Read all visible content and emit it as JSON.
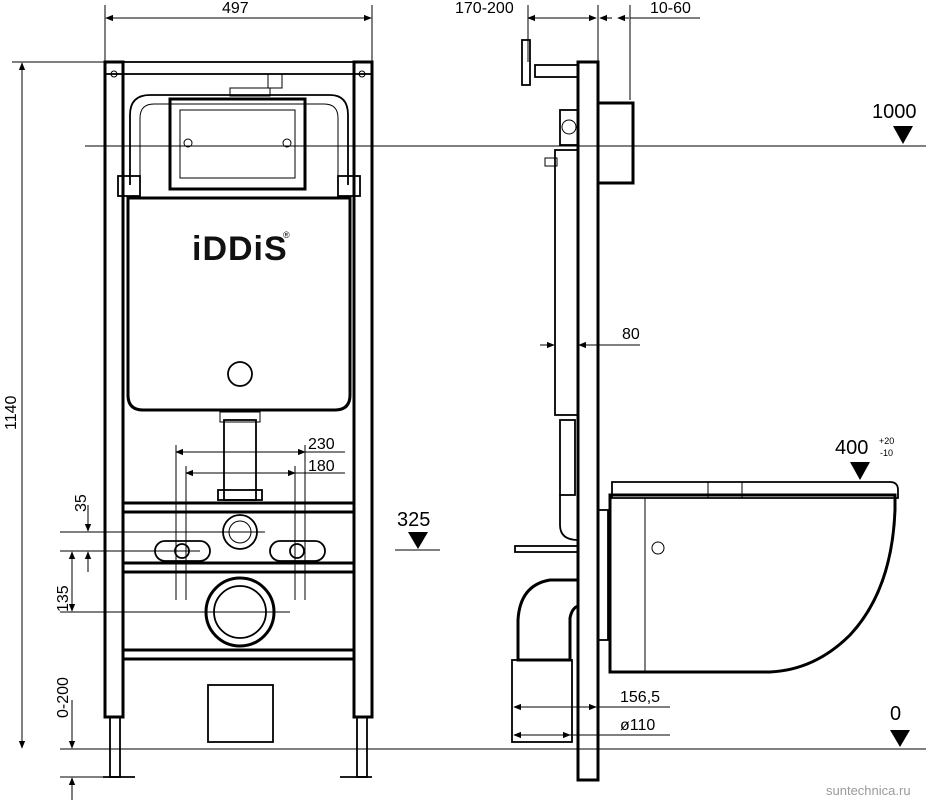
{
  "brand": {
    "logo_text": "iDDiS",
    "trademark": "®"
  },
  "front_view": {
    "dims": {
      "width": "497",
      "height": "1140",
      "d230": "230",
      "d180": "180",
      "d35": "35",
      "d135": "135",
      "d0_200": "0-200"
    }
  },
  "side_view": {
    "dims": {
      "depth": "170-200",
      "wall": "10-60",
      "profile": "80",
      "d156": "156,5",
      "pipe": "ø110"
    }
  },
  "levels": {
    "l1000": "1000",
    "l325": "325",
    "l400": "400",
    "l400_plus": "+20",
    "l400_minus": "-10",
    "l0": "0"
  },
  "watermark": "suntechnica.ru",
  "colors": {
    "line": "#000000",
    "tank": "#ffffff",
    "watermark": "#9a9a9a"
  }
}
